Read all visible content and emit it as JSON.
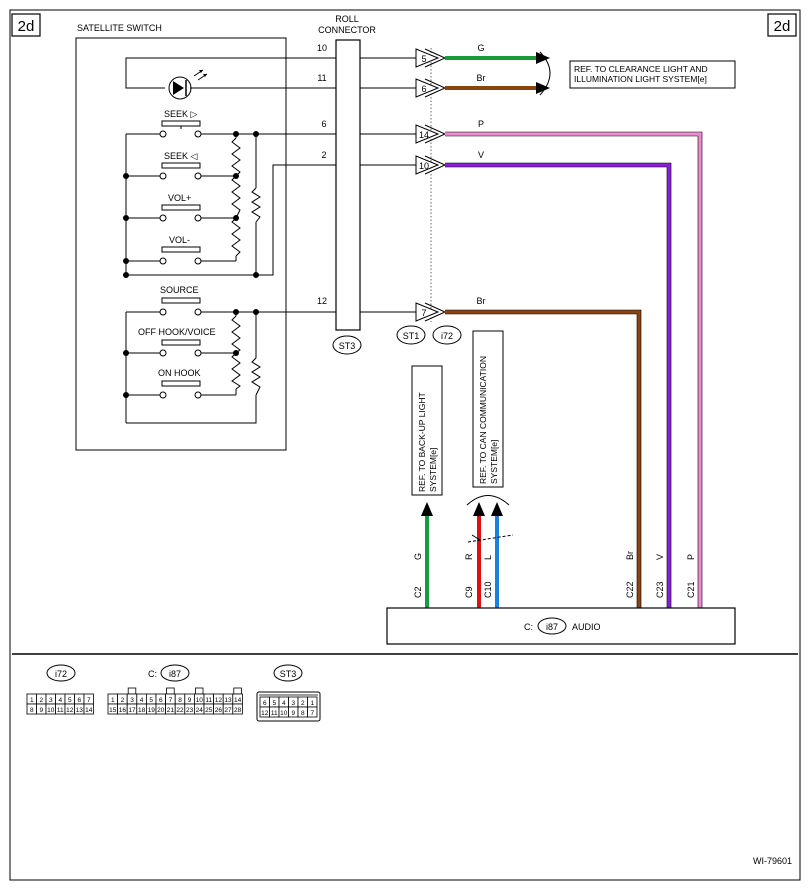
{
  "page_tag": "2d",
  "satellite_switch": {
    "title": "SATELLITE SWITCH",
    "buttons": [
      "SEEK ▷",
      "SEEK ◁",
      "VOL+",
      "VOL-",
      "SOURCE",
      "OFF HOOK/VOICE",
      "ON HOOK"
    ]
  },
  "roll_connector": {
    "title_line1": "ROLL",
    "title_line2": "CONNECTOR",
    "tag": "ST3"
  },
  "connector_tags": {
    "left": "ST1",
    "right": "i72"
  },
  "pins_left": [
    "10",
    "11",
    "6",
    "2",
    "12"
  ],
  "pins_right": [
    "5",
    "6",
    "14",
    "10",
    "7"
  ],
  "wires": [
    {
      "label": "G",
      "color": "#1a9a3c"
    },
    {
      "label": "Br",
      "color": "#8b4513"
    },
    {
      "label": "P",
      "color": "#f08ad6"
    },
    {
      "label": "V",
      "color": "#8b1fd6"
    },
    {
      "label": "Br",
      "color": "#8b4513"
    }
  ],
  "refs": {
    "clearance_line1": "REF. TO CLEARANCE LIGHT AND",
    "clearance_line2": "ILLUMINATION LIGHT SYSTEM[e]",
    "backup_line1": "REF. TO BACK-UP LIGHT",
    "backup_line2": "SYSTEM[e]",
    "can_line1": "REF. TO CAN COMMUNICATION",
    "can_line2": "SYSTEM[e]"
  },
  "audio": {
    "prefix": "C:",
    "tag": "i87",
    "label": "AUDIO"
  },
  "audio_wires": [
    {
      "color_label": "G",
      "pin": "C2",
      "color": "#1a9a3c"
    },
    {
      "color_label": "R",
      "pin": "C9",
      "color": "#e01010"
    },
    {
      "color_label": "L",
      "pin": "C10",
      "color": "#1e7fe0"
    },
    {
      "color_label": "Br",
      "pin": "C22",
      "color": "#8b4513"
    },
    {
      "color_label": "V",
      "pin": "C23",
      "color": "#8b1fd6"
    },
    {
      "color_label": "P",
      "pin": "C21",
      "color": "#f08ad6"
    }
  ],
  "legend": {
    "i72": {
      "tag": "i72",
      "row1": [
        "1",
        "2",
        "3",
        "4",
        "5",
        "6",
        "7"
      ],
      "row2": [
        "8",
        "9",
        "10",
        "11",
        "12",
        "13",
        "14"
      ]
    },
    "i87": {
      "prefix": "C:",
      "tag": "i87",
      "row1": [
        "1",
        "2",
        "3",
        "4",
        "5",
        "6",
        "7",
        "8",
        "9",
        "10",
        "11",
        "12",
        "13",
        "14"
      ],
      "row2": [
        "15",
        "16",
        "17",
        "18",
        "19",
        "20",
        "21",
        "22",
        "23",
        "24",
        "25",
        "26",
        "27",
        "28"
      ]
    },
    "st3": {
      "tag": "ST3",
      "row1": [
        "6",
        "5",
        "4",
        "3",
        "2",
        "1"
      ],
      "row2": [
        "12",
        "11",
        "10",
        "9",
        "8",
        "7"
      ]
    }
  },
  "figure_id": "WI-79601"
}
